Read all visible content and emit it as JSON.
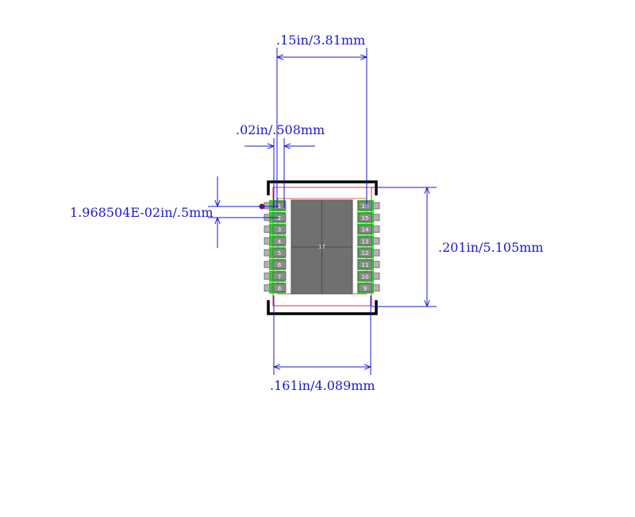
{
  "dimensions": {
    "top_width": ".15in/3.81mm",
    "pin_width": ".02in/.508mm",
    "pitch": "1.968504E-02in/.5mm",
    "height": ".201in/5.105mm",
    "bottom_width": ".161in/4.089mm"
  },
  "pins": {
    "left": [
      "1",
      "2",
      "3",
      "4",
      "5",
      "6",
      "7",
      "8"
    ],
    "right": [
      "16",
      "15",
      "14",
      "13",
      "12",
      "11",
      "10",
      "9"
    ]
  },
  "thermal_pad": {
    "label": "17"
  },
  "colors": {
    "dimension": "#1a1acc",
    "outline": "#000000",
    "courtyard": "#e0303c",
    "pad_copper": "#2fc82f",
    "pad_fill": "#8c8c8c",
    "thermal_pad": "#707070",
    "pin1_marker": "#7a1a3a"
  }
}
